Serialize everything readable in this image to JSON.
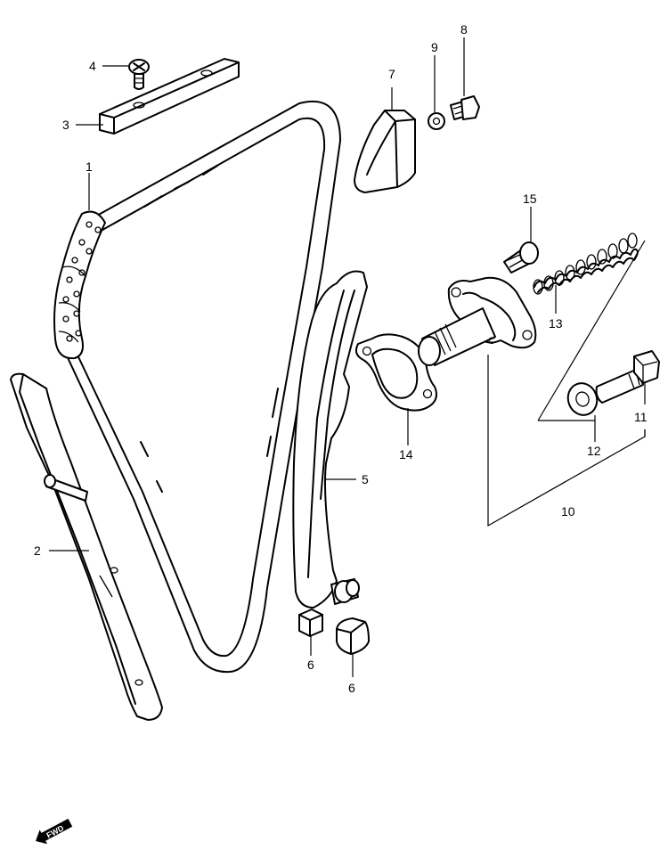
{
  "callouts": {
    "c1": "1",
    "c2": "2",
    "c3": "3",
    "c4": "4",
    "c5": "5",
    "c6a": "6",
    "c6b": "6",
    "c7": "7",
    "c8": "8",
    "c9": "9",
    "c10": "10",
    "c11": "11",
    "c12": "12",
    "c13": "13",
    "c14": "14",
    "c15": "15"
  },
  "fwd_badge": "FWD"
}
